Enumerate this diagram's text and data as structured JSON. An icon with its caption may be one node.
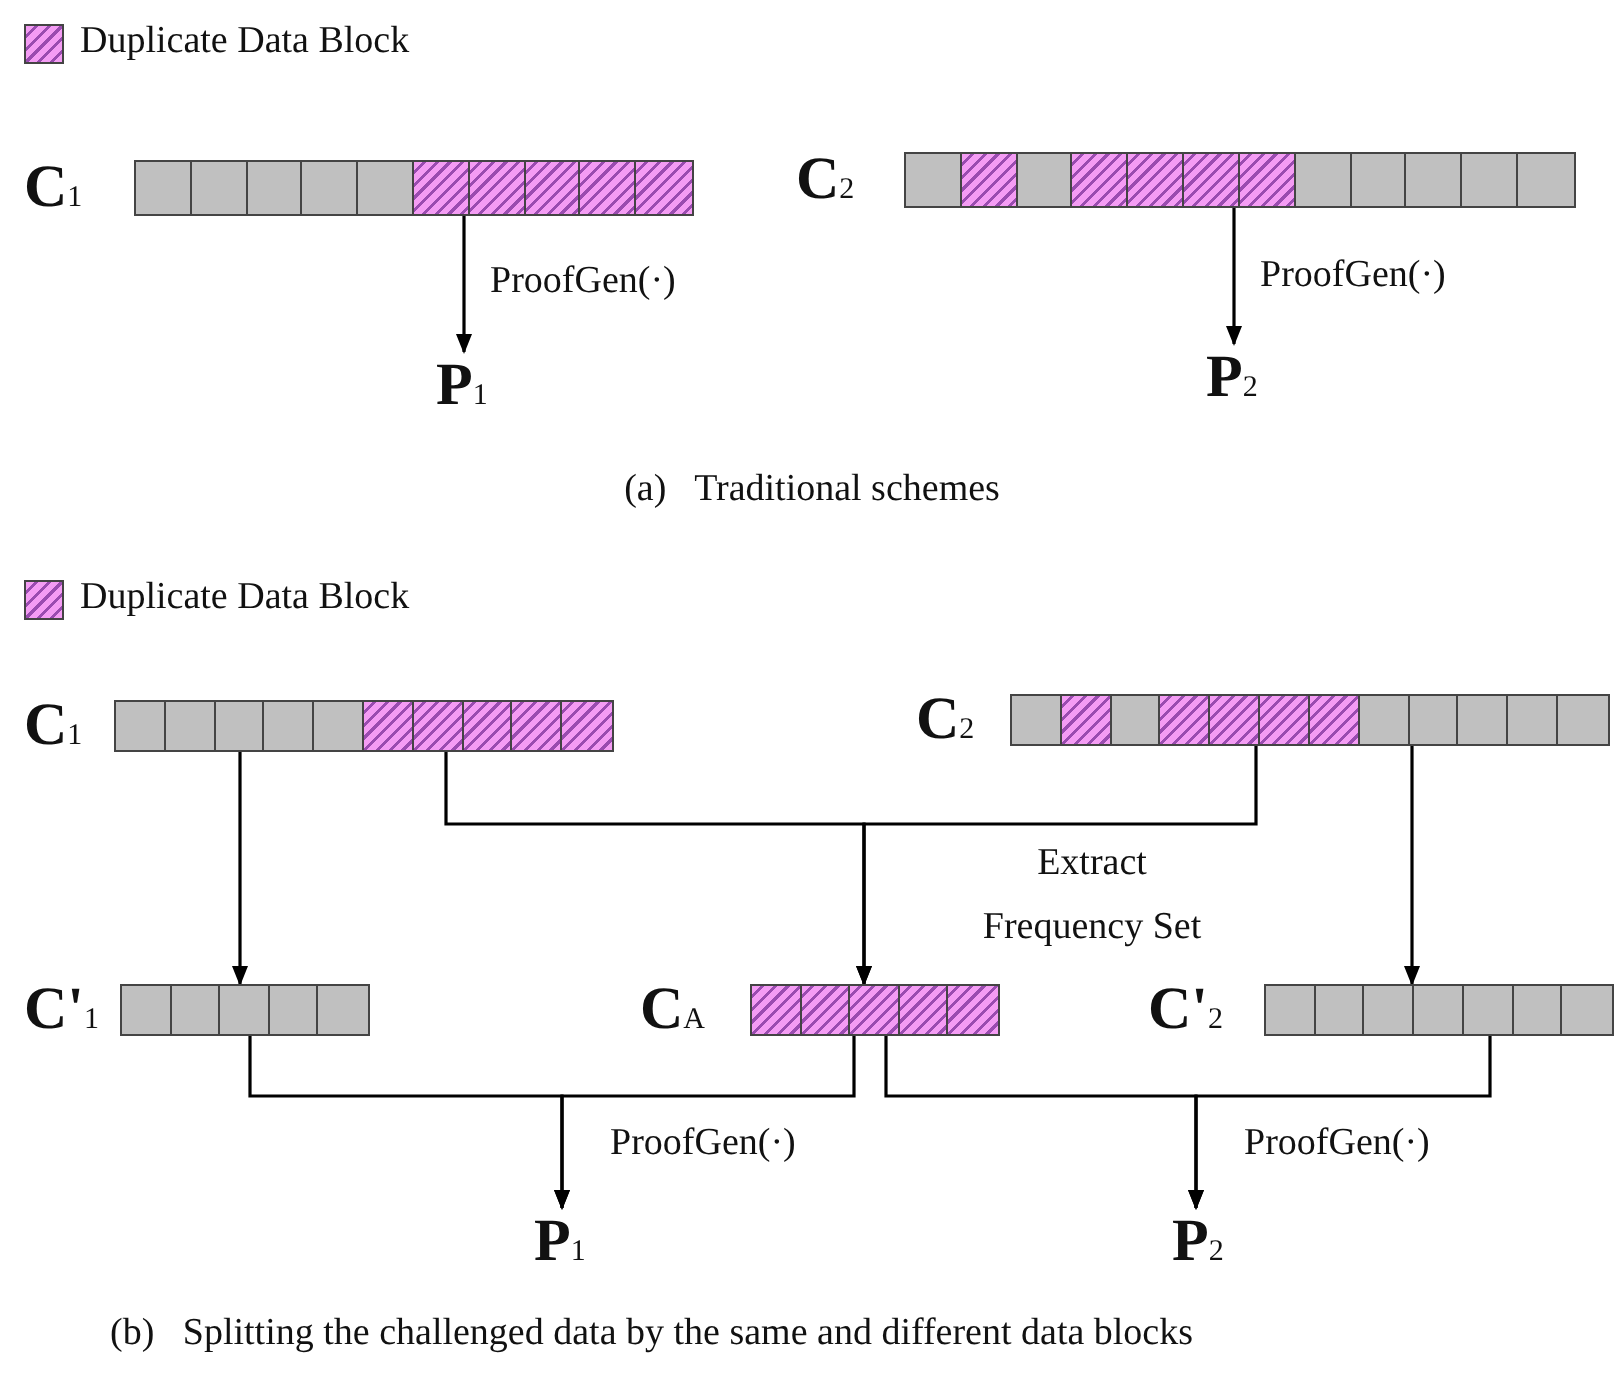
{
  "diagram": {
    "nodes": [
      {
        "text": [
          "C$_{1}$"
        ]
      },
      {
        "text": [
          "P$_{1}$"
        ]
      },
      {
        "text": [
          "C$_{2}$"
        ]
      },
      {
        "text": [
          "P$_{2}$"
        ]
      },
      {
        "text": [
          "C$_{1}$"
        ]
      },
      {
        "text": [
          "C$_{2}$"
        ]
      },
      {
        "text": [
          "C'$_{1}$"
        ]
      },
      {
        "text": [
          "C$_{A}$"
        ]
      },
      {
        "text": [
          "C'$_{2}$"
        ]
      },
      {
        "text": [
          "P$_{1}$"
        ]
      },
      {
        "text": [
          "P$_{2}$"
        ]
      }
    ],
    "edges": [
      {
        "from": 0,
        "to": 1,
        "arrow": "to",
        "label": "ProofGen(·)"
      },
      {
        "from": 2,
        "to": 3,
        "arrow": "to",
        "label": "ProofGen(·)"
      },
      {
        "from": 4,
        "to": 6,
        "arrow": "to"
      },
      {
        "from": 4,
        "to": 7,
        "arrow": "to"
      },
      {
        "from": 5,
        "to": 7,
        "arrow": "to",
        "label": "Extract Frequency Set"
      },
      {
        "from": 5,
        "to": 8,
        "arrow": "to"
      },
      {
        "from": 6,
        "to": 9,
        "arrow": "to",
        "label": "ProofGen(·)"
      },
      {
        "from": 7,
        "to": 9,
        "arrow": "to"
      },
      {
        "from": 7,
        "to": 10,
        "arrow": "to",
        "label": "ProofGen(·)"
      },
      {
        "from": 8,
        "to": 10,
        "arrow": "to"
      }
    ],
    "labels": [
      "(a)   Traditional schemes",
      "(b)   Splitting the challenged data by the same and different data blocks"
    ],
    "legend": [
      {
        "text": "Duplicate Data Block"
      },
      {
        "text": "Duplicate Data Block"
      }
    ]
  }
}
